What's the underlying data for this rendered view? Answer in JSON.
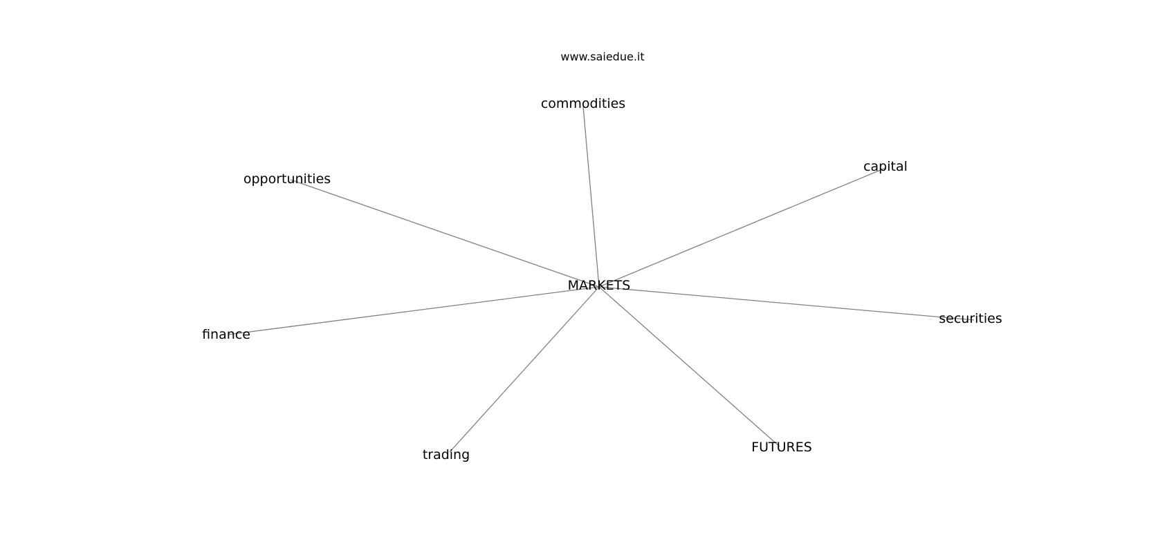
{
  "watermark": "www.saiedue.it",
  "graph": {
    "center": {
      "id": "markets",
      "label": "MARKETS"
    },
    "nodes": [
      {
        "id": "commodities",
        "label": "commodities"
      },
      {
        "id": "capital",
        "label": "capital"
      },
      {
        "id": "opportunities",
        "label": "opportunities"
      },
      {
        "id": "securities",
        "label": "securities"
      },
      {
        "id": "finance",
        "label": "finance"
      },
      {
        "id": "futures",
        "label": "FUTURES"
      },
      {
        "id": "trading",
        "label": "trading"
      }
    ],
    "edges": [
      {
        "from": "markets",
        "to": "commodities"
      },
      {
        "from": "markets",
        "to": "capital"
      },
      {
        "from": "markets",
        "to": "opportunities"
      },
      {
        "from": "markets",
        "to": "securities"
      },
      {
        "from": "markets",
        "to": "finance"
      },
      {
        "from": "markets",
        "to": "futures"
      },
      {
        "from": "markets",
        "to": "trading"
      }
    ],
    "colors": {
      "edge": "#808080",
      "text": "#000000",
      "background": "#ffffff"
    }
  }
}
